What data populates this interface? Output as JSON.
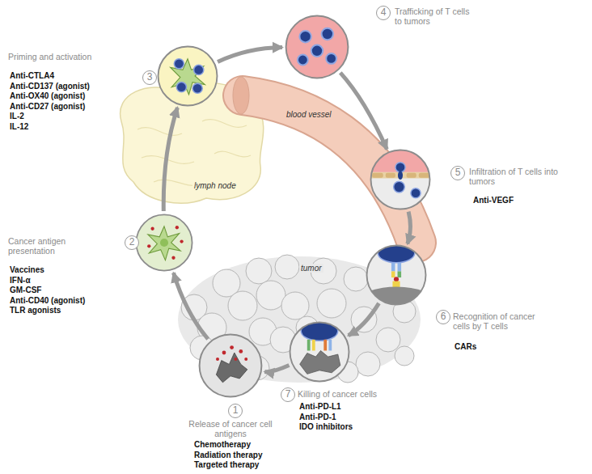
{
  "diagram": {
    "nodes": [
      {
        "text": [
          "1",
          "Release of cancer cell antigens",
          "Chemotherapy",
          "Radiation therapy",
          "Targeted therapy"
        ]
      },
      {
        "text": [
          "2",
          "Cancer antigen presentation",
          "Vaccines",
          "IFN-α",
          "GM-CSF",
          "Anti-CD40 (agonist)",
          "TLR agonists"
        ]
      },
      {
        "text": [
          "3",
          "Priming and activation",
          "Anti-CTLA4",
          "Anti-CD137 (agonist)",
          "Anti-OX40 (agonist)",
          "Anti-CD27 (agonist)",
          "IL-2",
          "IL-12"
        ]
      },
      {
        "text": [
          "4",
          "Trafficking of T cells to tumors"
        ]
      },
      {
        "text": [
          "5",
          "Infiltration of T cells into tumors",
          "Anti-VEGF"
        ]
      },
      {
        "text": [
          "6",
          "Recognition of cancer cells by T cells",
          "CARs"
        ]
      },
      {
        "text": [
          "7",
          "Killing of cancer cells",
          "Anti-PD-L1",
          "Anti-PD-1",
          "IDO inhibitors"
        ]
      }
    ],
    "edges": [
      {
        "from": 0,
        "to": 1,
        "arrow": "to"
      },
      {
        "from": 1,
        "to": 2,
        "arrow": "to"
      },
      {
        "from": 2,
        "to": 3,
        "arrow": "to"
      },
      {
        "from": 3,
        "to": 4,
        "arrow": "to"
      },
      {
        "from": 4,
        "to": 5,
        "arrow": "to"
      },
      {
        "from": 5,
        "to": 6,
        "arrow": "to"
      },
      {
        "from": 6,
        "to": 0,
        "arrow": "to"
      }
    ],
    "labels": [
      "lymph node",
      "blood vessel",
      "tumor"
    ]
  }
}
